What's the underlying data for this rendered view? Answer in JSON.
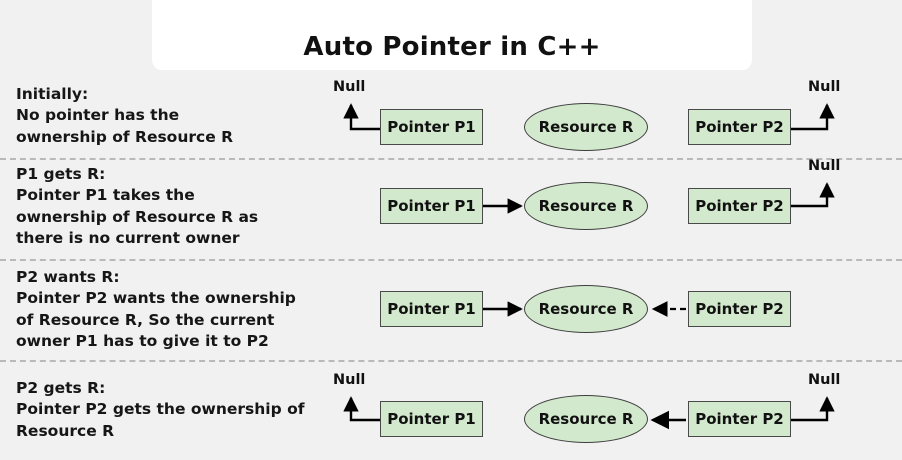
{
  "header": {
    "title": "Auto Pointer in C++"
  },
  "colors": {
    "page_background": "#f1f1f1",
    "card_background": "#ffffff",
    "node_fill": "#d3e9cd",
    "node_border": "#4a4a4a",
    "text": "#111111",
    "separator": "#b9b9b9",
    "edge": "#000000"
  },
  "labels": {
    "pointer_p1": "Pointer P1",
    "pointer_p2": "Pointer P2",
    "resource_r": "Resource R",
    "null": "Null"
  },
  "rows": [
    {
      "id": "initially",
      "heading": "Initially:",
      "body": "No pointer has the\nownership of Resource R",
      "text": "Initially:\nNo pointer has the\nownership of Resource R",
      "p1_target": "null-left",
      "p2_target": "null-right",
      "resource_incoming": "none"
    },
    {
      "id": "p1-gets-r",
      "heading": "P1 gets R:",
      "body": "Pointer P1 takes the\nownership of Resource R as\nthere is no current owner",
      "text": "P1 gets R:\nPointer P1 takes the\nownership of Resource R as\nthere is no current owner",
      "p1_target": "resource",
      "p2_target": "null-right",
      "resource_incoming": "p1-solid"
    },
    {
      "id": "p2-wants-r",
      "heading": "P2 wants R:",
      "body": "Pointer P2 wants the ownership\nof Resource R, So the current\nowner P1 has to give it to P2",
      "text": "P2 wants R:\nPointer P2 wants the ownership\nof Resource R, So the current\nowner P1 has to give it to P2",
      "p1_target": "resource",
      "p2_target": "resource-dashed",
      "resource_incoming": "p1-solid-and-p2-dashed"
    },
    {
      "id": "p2-gets-r",
      "heading": "P2 gets R:",
      "body": "Pointer P2 gets the ownership of\nResource R",
      "text": "P2 gets R:\nPointer P2 gets the ownership of\nResource R",
      "p1_target": "null-left",
      "p2_target": "resource",
      "resource_incoming": "p2-solid"
    }
  ]
}
